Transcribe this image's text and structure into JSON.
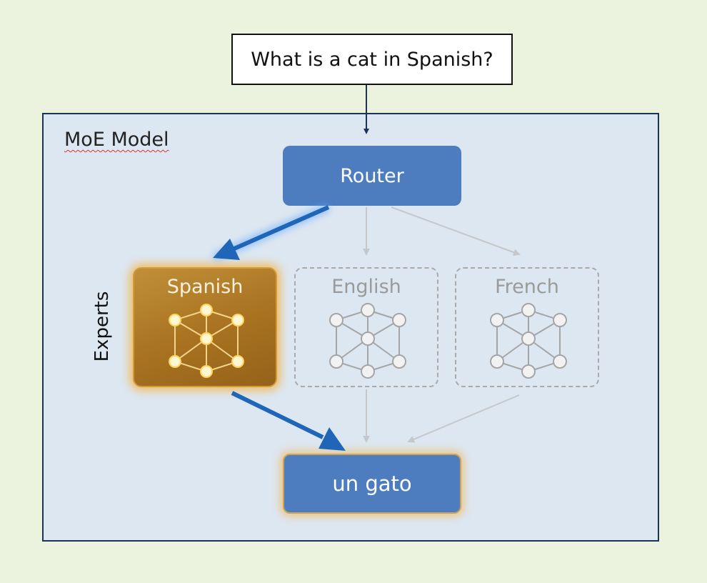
{
  "prompt": {
    "text": "What is a cat in Spanish?"
  },
  "model": {
    "label": "MoE Model"
  },
  "router": {
    "label": "Router"
  },
  "experts": {
    "group_label": "Experts",
    "items": [
      {
        "label": "Spanish",
        "state": "active"
      },
      {
        "label": "English",
        "state": "inactive"
      },
      {
        "label": "French",
        "state": "inactive"
      }
    ]
  },
  "output": {
    "label": "un gato"
  },
  "colors": {
    "background": "#ebf3df",
    "model_box": "#dde7f1",
    "router_blue": "#4d7cbf",
    "active_expert": "#a87220",
    "active_glow": "#f4b03c",
    "inactive_gray": "#a9a9a9",
    "active_arrow": "#1f66b8"
  }
}
